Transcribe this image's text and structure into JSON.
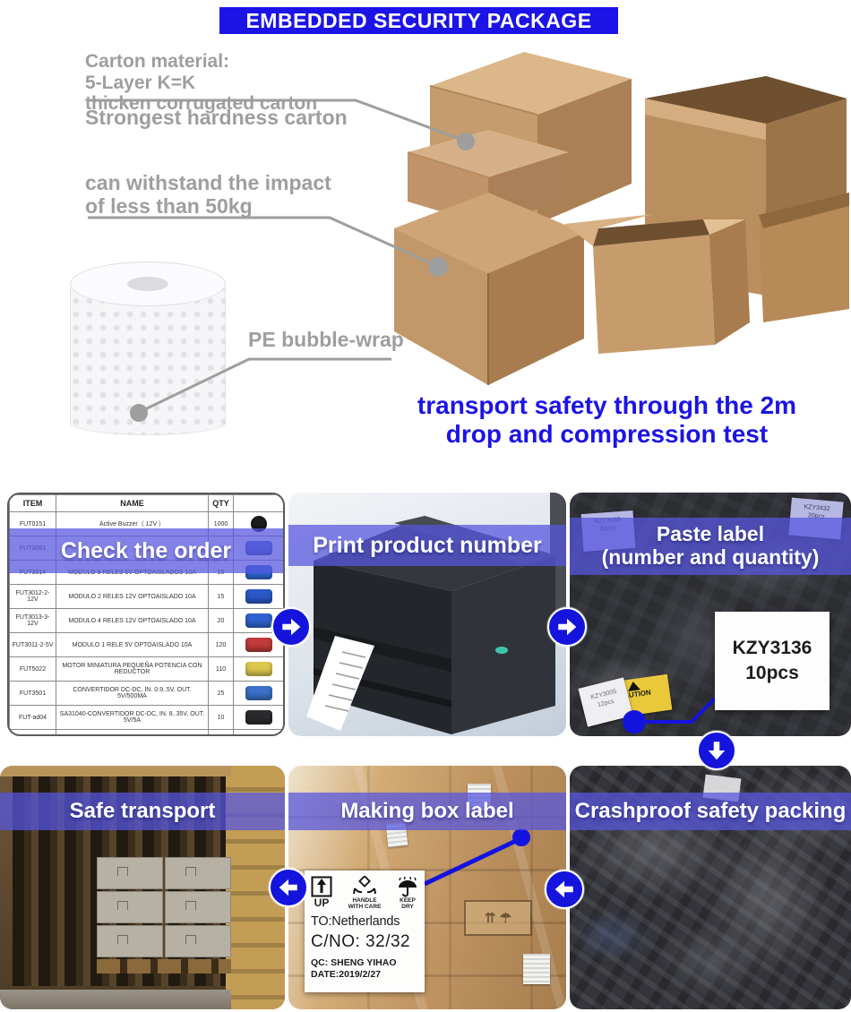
{
  "header": {
    "title": "EMBEDDED SECURITY PACKAGE"
  },
  "colors": {
    "accent_blue": "#1c13e6",
    "flow_blue": "#1414dd",
    "overlay_blue": "rgba(86,86,222,0.74)",
    "callout_gray": "#9e9e9e"
  },
  "callouts": {
    "carton_line1": "Carton material:",
    "carton_line2": "5-Layer K=K",
    "carton_line3": "thicken corrugated carton",
    "hardness": "Strongest hardness carton",
    "impact_line1": "can withstand the impact",
    "impact_line2": "of less than 50kg",
    "bubble_wrap": "PE bubble-wrap",
    "transport_line1": "transport safety through the 2m",
    "transport_line2": "drop and compression test"
  },
  "steps": {
    "check_order": "Check the order",
    "print_number": "Print product number",
    "paste_label_line1": "Paste label",
    "paste_label_line2": "(number and quantity)",
    "safe_transport": "Safe transport",
    "making_label": "Making box label",
    "crashproof": "Crashproof safety packing"
  },
  "order_table": {
    "headers": [
      "ITEM",
      "NAME",
      "QTY",
      ""
    ],
    "rows": [
      {
        "item": "FUT0151",
        "name": "Active Buzzer（ 12V ）",
        "qty": "1000",
        "icon": {
          "name": "buzzer-icon",
          "color": "#1c1c1e",
          "shape": "circle"
        }
      },
      {
        "item": "FUT3261",
        "name": "",
        "qty": "110",
        "icon": {
          "name": "blue-parts-icon",
          "color": "#4f6fd6",
          "shape": "rect"
        }
      },
      {
        "item": "FUT3014",
        "name": "MODULO 8 RELES 5V OPTOAISLADOS 10A",
        "qty": "15",
        "icon": {
          "name": "relay-board-icon",
          "color": "#2f6bd8",
          "shape": "rect"
        }
      },
      {
        "item": "FUT3012-2-12V",
        "name": "MODULO 2 RELES 12V OPTOAISLADO 10A",
        "qty": "15",
        "icon": {
          "name": "relay-module-icon",
          "color": "#2a59c8",
          "shape": "rect"
        }
      },
      {
        "item": "FUT3013-3-12V",
        "name": "MODULO 4 RELES 12V OPTOAISLADO 10A",
        "qty": "20",
        "icon": {
          "name": "relay-module-icon",
          "color": "#2f63cf",
          "shape": "rect"
        }
      },
      {
        "item": "FUT3011-2-5V",
        "name": "MODULO 1 RELE 5V OPTOAISLADO 10A",
        "qty": "120",
        "icon": {
          "name": "relay-module-icon",
          "color": "#c23b3b",
          "shape": "rect"
        }
      },
      {
        "item": "FUT5022",
        "name": "MOTOR MINIATURA PEQUEÑA POTENCIA CON REDUCTOR",
        "qty": "110",
        "icon": {
          "name": "motor-icon",
          "color": "#ddc94e",
          "shape": "rect"
        }
      },
      {
        "item": "FUT3501",
        "name": "CONVERTIDOR DC-DC, IN. 0.9..5V, OUT. 5V/500MA",
        "qty": "25",
        "icon": {
          "name": "converter-board-icon",
          "color": "#3b71c9",
          "shape": "rect"
        }
      },
      {
        "item": "FUT-ad04",
        "name": "SA31040-CONVERTIDOR DC-DC, IN. 8..35V, OUT. 5V/5A",
        "qty": "10",
        "icon": {
          "name": "converter-icon",
          "color": "#2b2b2e",
          "shape": "rect"
        }
      }
    ]
  },
  "paste_panel": {
    "bag_left_line1": "KZY3069",
    "bag_left_line2": "30pcs",
    "bag_right_line1": "KZY3432",
    "bag_right_line2": "20pcs",
    "card_line1": "KZY3136",
    "card_line2": "10pcs",
    "caution": "CAUTION",
    "mini_line1": "KZY3005",
    "mini_line2": "12pcs"
  },
  "box_label": {
    "up": "UP",
    "handle_line1": "HANDLE",
    "handle_line2": "WITH CARE",
    "keep_line1": "KEEP",
    "keep_line2": "DRY",
    "to": "TO:Netherlands",
    "cno": "C/NO: 32/32",
    "qc": "QC: SHENG YIHAO",
    "date": "DATE:2019/2/27"
  }
}
